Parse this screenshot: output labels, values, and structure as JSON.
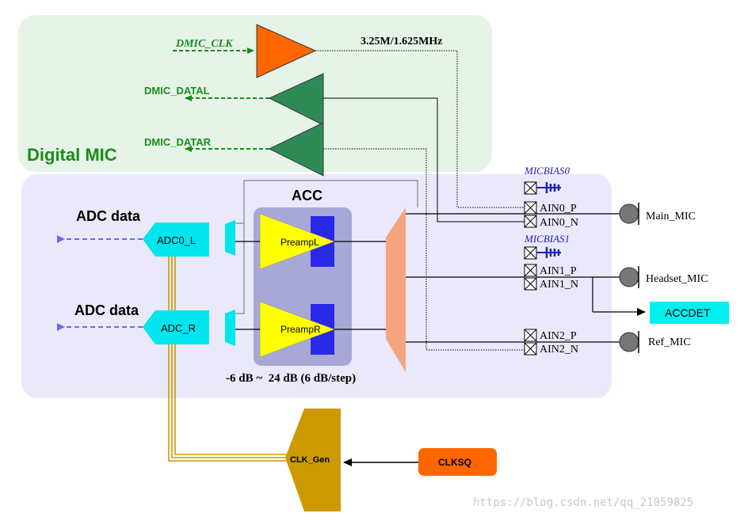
{
  "digital_mic": {
    "title": "Digital MIC",
    "dmic_clk": "DMIC_CLK",
    "dmic_datal": "DMIC_DATAL",
    "dmic_datar": "DMIC_DATAR",
    "clk_freq": "3.25M/1.625MHz"
  },
  "acc": {
    "title": "ACC",
    "preamp_l": "PreampL",
    "preamp_r": "PreampR",
    "gain_range": "-6 dB ~  24 dB (6 dB/step)"
  },
  "adc": {
    "data_label_1": "ADC data",
    "data_label_2": "ADC data",
    "adc0_l": "ADC0_L",
    "adc_r": "ADC_R"
  },
  "pins": {
    "micbias0": "MICBIAS0",
    "micbias1": "MICBIAS1",
    "ain0_p": "AIN0_P",
    "ain0_n": "AIN0_N",
    "ain1_p": "AIN1_P",
    "ain1_n": "AIN1_N",
    "ain2_p": "AIN2_P",
    "ain2_n": "AIN2_N"
  },
  "mics": {
    "main": "Main_MIC",
    "headset": "Headset_MIC",
    "ref": "Ref_MIC"
  },
  "accdet": "ACCDET",
  "clk_gen": "CLK_Gen",
  "clksq": "CLKSQ",
  "watermark": "https://blog.csdn.net/qq_21059825",
  "colors": {
    "digital_bg": "#e6f4e8",
    "analog_bg": "#e9e9fb",
    "clk_amp": "#ff6600",
    "dmic_amp": "#2e8b57",
    "adc_block": "#00e5ee",
    "preamp_yellow": "#ffff00",
    "preamp_blue": "#2828e6",
    "acc_box": "#a8a8d8",
    "mux": "#f4a57e",
    "clk_gen": "#cc9900",
    "clksq": "#ff6600",
    "accdet": "#00f0f0",
    "arrow_green": "#1a8c1a",
    "arrow_blue": "#6a6af0"
  }
}
